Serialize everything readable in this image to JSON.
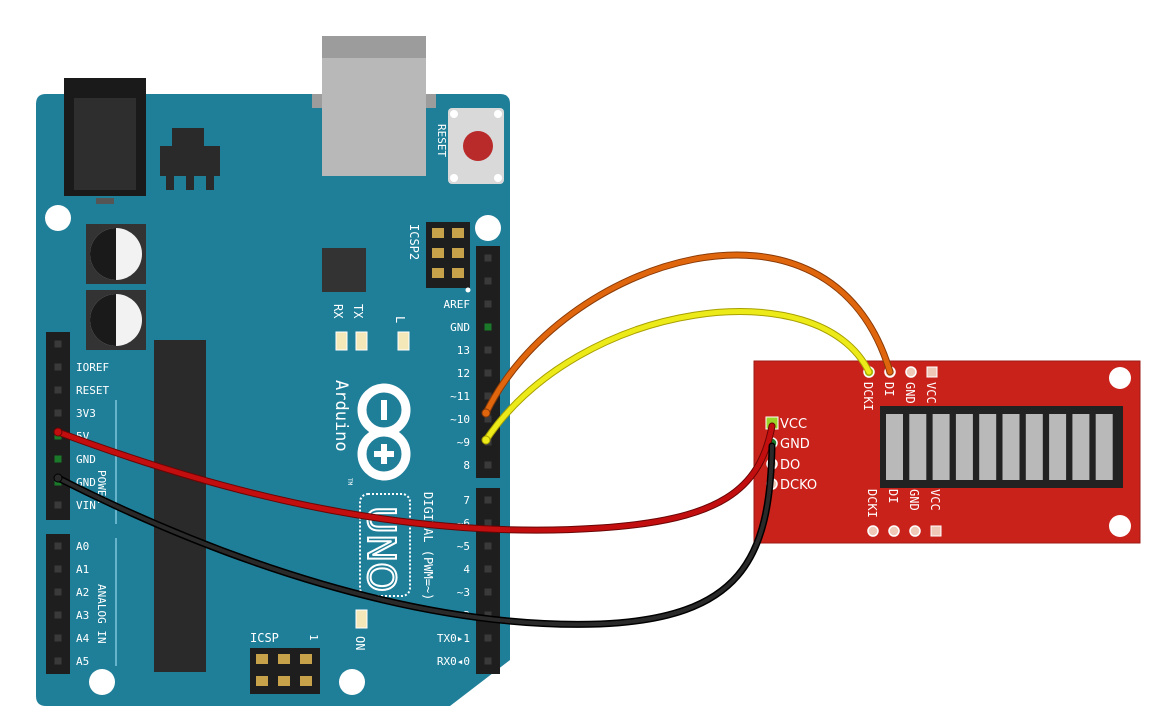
{
  "arduino": {
    "reset_label": "RESET",
    "icsp2_label": "ICSP2",
    "icsp_label": "ICSP",
    "icsp_pin1_label": "1",
    "tx_label": "TX",
    "rx_label": "RX",
    "l_label": "L",
    "on_label": "ON",
    "brand": "Arduino",
    "tm": "TM",
    "model": "UNO",
    "digital_label": "DIGITAL (PWM=~)",
    "power_label": "POWER",
    "analog_label": "ANALOG IN",
    "power_pins": [
      "IOREF",
      "RESET",
      "3V3",
      "5V",
      "GND",
      "GND",
      "VIN"
    ],
    "analog_pins": [
      "A0",
      "A1",
      "A2",
      "A3",
      "A4",
      "A5"
    ],
    "digital_upper": [
      "AREF",
      "GND",
      "13",
      "12",
      "~11",
      "~10",
      "~9",
      "8"
    ],
    "digital_lower": [
      "7",
      "~6",
      "~5",
      "4",
      "~3",
      "2",
      "TX0▸1",
      "RX0◂0"
    ]
  },
  "module": {
    "top_labels": [
      "DCKI",
      "DI",
      "GND",
      "VCC"
    ],
    "bottom_labels": [
      "DCKI",
      "DI",
      "GND",
      "VCC"
    ],
    "side_labels": [
      "VCC",
      "GND",
      "DO",
      "DCKO"
    ],
    "segment_count": 10,
    "board_color": "#c9221b",
    "segment_color": "#b9b9b9"
  },
  "wires": [
    {
      "name": "orange",
      "color": "#e0660e",
      "from": "~10",
      "to": "DI"
    },
    {
      "name": "yellow",
      "color": "#ecea18",
      "from": "~9",
      "to": "DCKI"
    },
    {
      "name": "red",
      "color": "#c20e0e",
      "from": "5V",
      "to": "VCC"
    },
    {
      "name": "black",
      "color": "#1a1a1a",
      "from": "GND",
      "to": "GND"
    }
  ],
  "colors": {
    "board": "#1f7f99",
    "board_line": "#7ec7dc",
    "header": "#1e1e1e",
    "usb": "#b8b8b8",
    "reset_button": "#b92a2a"
  }
}
